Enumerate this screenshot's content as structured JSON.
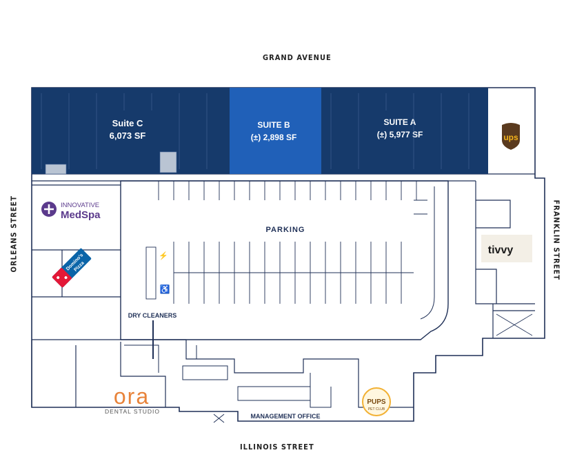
{
  "streets": {
    "north": "GRAND AVENUE",
    "south": "ILLINOIS STREET",
    "west": "ORLEANS STREET",
    "east": "FRANKLIN STREET"
  },
  "suites": [
    {
      "name": "Suite C",
      "size": "6,073 SF",
      "color": "#163a6b"
    },
    {
      "name": "SUITE B",
      "size": "(±) 2,898 SF",
      "color": "#2060b8"
    },
    {
      "name": "SUITE A",
      "size": "(±) 5,977 SF",
      "color": "#163a6b"
    }
  ],
  "labels": {
    "parking": "PARKING",
    "dry_cleaners": "DRY CLEANERS",
    "management_office": "MANAGEMENT OFFICE"
  },
  "tenants": {
    "ups": {
      "text": "ups",
      "color": "#5a3a1e",
      "accent": "#f3b21a"
    },
    "medspa": {
      "line1": "INNOVATIVE",
      "line2": "MedSpa",
      "color": "#5b3a8c"
    },
    "dominos": {
      "line1": "Domino's",
      "line2": "Pizza",
      "blue": "#0a64a8",
      "red": "#e31837"
    },
    "tivvy": {
      "text": "tivvy",
      "bg": "#f3efe6"
    },
    "ora": {
      "text": "ora",
      "sub": "DENTAL STUDIO",
      "color": "#e8833a"
    },
    "pups": {
      "text": "PUPS",
      "sub": "PET CLUB",
      "color": "#f2b134"
    }
  }
}
